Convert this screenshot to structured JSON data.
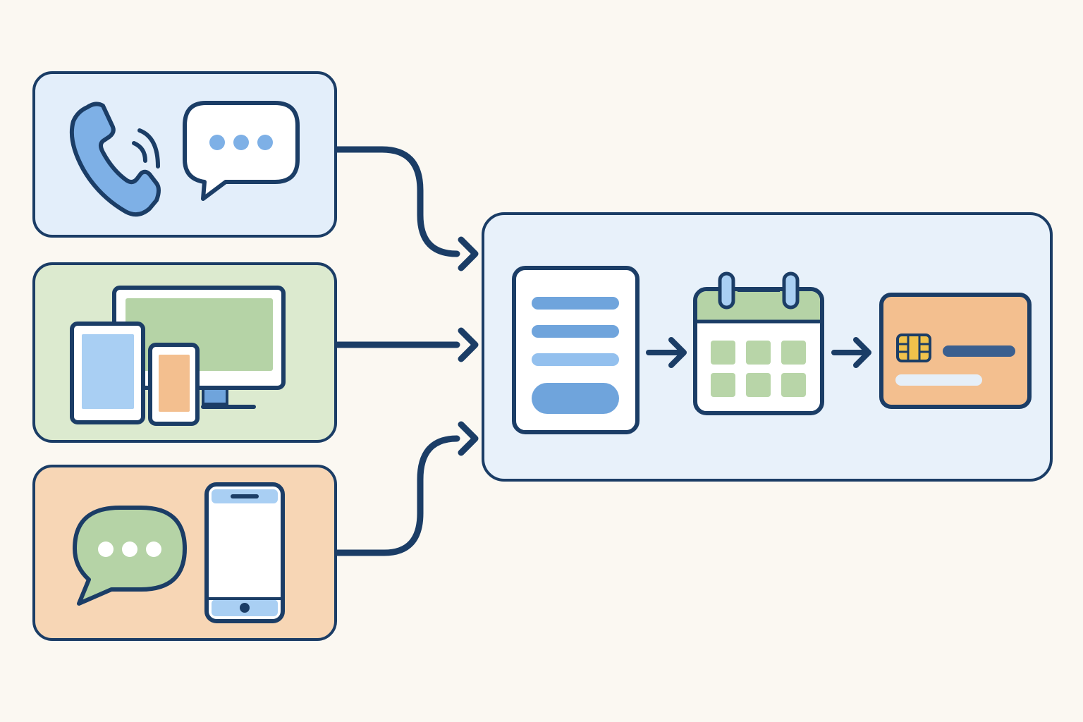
{
  "colors": {
    "background": "#fbf8f2",
    "outline": "#1b3d66",
    "panel_blue": "#e3eefa",
    "panel_green": "#dceacf",
    "panel_orange": "#f7d6b5",
    "workflow_panel": "#e8f1fa",
    "accent_blue": "#7eb0e6",
    "bar_blue": "#6fa4dc",
    "bar_blue_light": "#93c0ee",
    "screen_blue": "#a9cff3",
    "accent_green": "#b5d3a6",
    "calendar_cell": "#b8d5a8",
    "accent_orange": "#f3bf8f",
    "chip_gold": "#f0c24b",
    "white": "#ffffff"
  },
  "channels": [
    {
      "id": "voice-messaging",
      "fill": "panel_blue",
      "icons": [
        "phone-icon",
        "speech-bubble-icon"
      ]
    },
    {
      "id": "devices",
      "fill": "panel_green",
      "icons": [
        "desktop-monitor-icon",
        "tablet-icon",
        "smartphone-icon"
      ]
    },
    {
      "id": "chat-mobile",
      "fill": "panel_orange",
      "icons": [
        "chat-bubble-icon",
        "mobile-phone-icon"
      ]
    }
  ],
  "workflow": {
    "fill": "workflow_panel",
    "steps": [
      "form-icon",
      "calendar-icon",
      "payment-card-icon"
    ]
  }
}
